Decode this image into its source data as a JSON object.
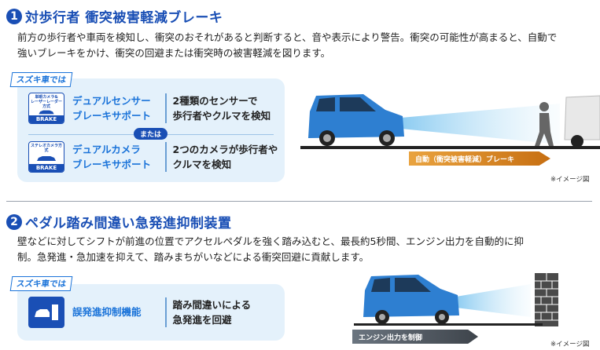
{
  "section1": {
    "number": "1",
    "title": "対歩行者 衝突被害軽減ブレーキ",
    "para_line1": "前方の歩行者や車両を検知し、衝突のおそれがあると判断すると、音や表示により警告。衝突の可能性が高まると、自動で",
    "para_line2": "強いブレーキをかけ、衝突の回避または衝突時の被害軽減を図ります。",
    "badge": "スズキ車では",
    "feature1": {
      "icon_label_line1": "単眼カメラ&",
      "icon_label_line2": "レーザーレーダー方式",
      "icon_brake": "BRAKE",
      "name_line1": "デュアルセンサー",
      "name_line2": "ブレーキサポート",
      "desc_line1": "2種類のセンサーで",
      "desc_line2": "歩行者やクルマを検知"
    },
    "or_label": "または",
    "feature2": {
      "icon_label": "ステレオカメラ方式",
      "icon_brake": "BRAKE",
      "name_line1": "デュアルカメラ",
      "name_line2": "ブレーキサポート",
      "desc_line1": "2つのカメラが歩行者や",
      "desc_line2": "クルマを検知"
    },
    "arrow_label": "自動（衝突被害軽減）ブレーキ",
    "note": "※イメージ図"
  },
  "section2": {
    "number": "2",
    "title": "ペダル踏み間違い急発進抑制装置",
    "para_line1": "壁などに対してシフトが前進の位置でアクセルペダルを強く踏み込むと、最長約5秒間、エンジン出力を自動的に抑",
    "para_line2": "制。急発進・急加速を抑えて、踏みまちがいなどによる衝突回避に貢献します。",
    "badge": "スズキ車では",
    "feature": {
      "name": "誤発進抑制機能",
      "desc_line1": "踏み間違いによる",
      "desc_line2": "急発進を回避"
    },
    "arrow_label": "エンジン出力を制御",
    "note": "※イメージ図"
  },
  "colors": {
    "primary_blue": "#1a4fb5",
    "light_blue": "#1a73d9",
    "box_bg": "#e4f1fb",
    "arrow_orange": "#d9821e",
    "arrow_gray": "#555c63",
    "car_blue": "#2e7fd1"
  }
}
